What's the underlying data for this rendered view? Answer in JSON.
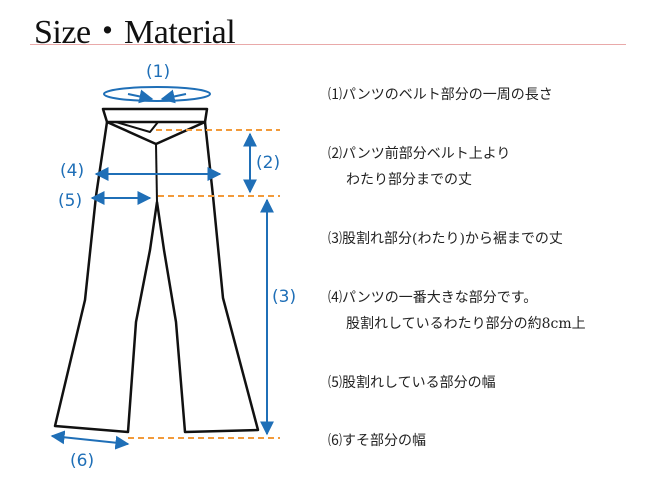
{
  "title": "Size・Material",
  "colors": {
    "arrow": "#1f6fb7",
    "guide": "#f29a3a",
    "rule": "#e9a9a9",
    "outline": "#111111"
  },
  "diagram": {
    "labels": {
      "m1": "(1)",
      "m2": "(2)",
      "m3": "(3)",
      "m4": "(4)",
      "m5": "(5)",
      "m6": "(6)"
    }
  },
  "descriptions": [
    {
      "line1": "⑴パンツのベルト部分の一周の長さ",
      "line2": ""
    },
    {
      "line1": "⑵パンツ前部分ベルト上より",
      "line2": "わたり部分までの丈"
    },
    {
      "line1": "⑶股割れ部分(わたり)から裾までの丈",
      "line2": ""
    },
    {
      "line1": "⑷パンツの一番大きな部分です。",
      "line2": "股割れしているわたり部分の約8cm上"
    },
    {
      "line1": "⑸股割れしている部分の幅",
      "line2": ""
    },
    {
      "line1": "⑹すそ部分の幅",
      "line2": ""
    }
  ]
}
